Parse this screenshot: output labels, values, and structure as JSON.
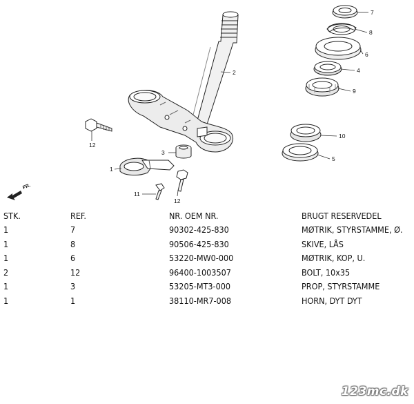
{
  "diagram": {
    "callouts": [
      "7",
      "8",
      "6",
      "4",
      "9",
      "2",
      "10",
      "5",
      "12",
      "3",
      "1",
      "11",
      "12"
    ],
    "direction_label": "FR."
  },
  "table": {
    "headers": [
      "STK.",
      "REF.",
      "NR. OEM NR.",
      "BRUGT RESERVEDEL"
    ],
    "rows": [
      [
        "1",
        "7",
        "90302-425-830",
        "MØTRIK, STYRSTAMME, Ø."
      ],
      [
        "1",
        "8",
        "90506-425-830",
        "SKIVE, LÅS"
      ],
      [
        "1",
        "6",
        "53220-MW0-000",
        "MØTRIK, KOP, U."
      ],
      [
        "2",
        "12",
        "96400-1003507",
        "BOLT, 10x35"
      ],
      [
        "1",
        "3",
        "53205-MT3-000",
        "PROP, STYRSTAMME"
      ],
      [
        "1",
        "1",
        "38110-MR7-008",
        "HORN, DYT DYT"
      ]
    ]
  },
  "watermark": "123mc.dk"
}
